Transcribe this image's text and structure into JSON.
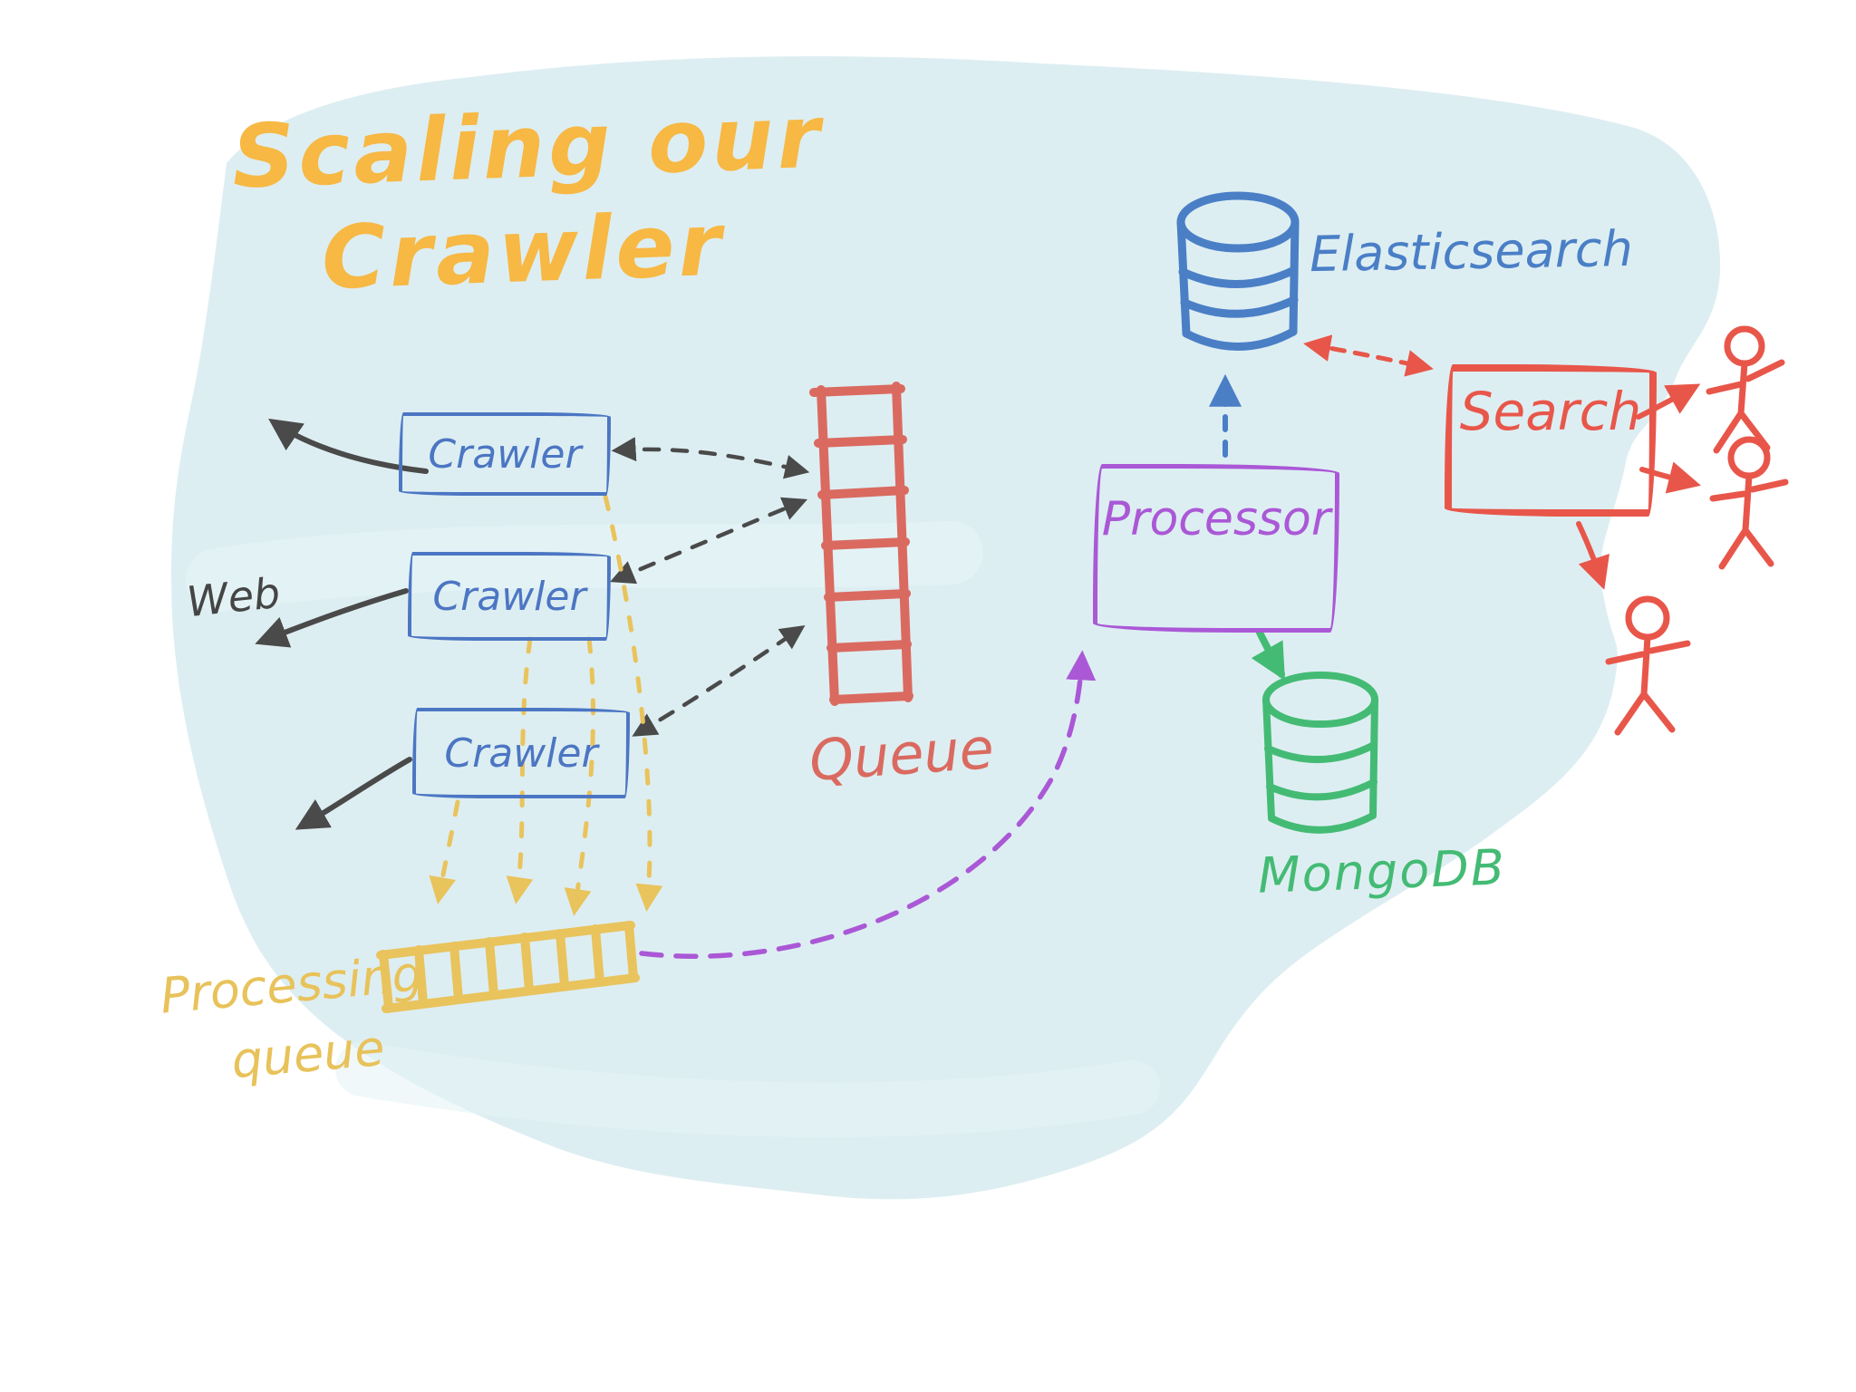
{
  "title": {
    "line1": "Scaling our",
    "line2": "Crawler"
  },
  "nodes": {
    "crawler1": "Crawler",
    "crawler2": "Crawler",
    "crawler3": "Crawler",
    "web": "Web",
    "queue": {
      "label": "Queue",
      "slots": 6
    },
    "processing_queue": {
      "label_line1": "Processing",
      "label_line2": "queue",
      "slots": 7
    },
    "processor": "Processor",
    "elasticsearch": "Elasticsearch",
    "mongodb": "MongoDB",
    "search": "Search",
    "users_count": 3
  },
  "edges": [
    {
      "from": "crawler-1",
      "to": "web",
      "style": "solid",
      "color": "black",
      "arrows": "end"
    },
    {
      "from": "crawler-2",
      "to": "web",
      "style": "solid",
      "color": "black",
      "arrows": "end"
    },
    {
      "from": "crawler-3",
      "to": "web",
      "style": "solid",
      "color": "black",
      "arrows": "end"
    },
    {
      "from": "crawler-1",
      "to": "queue",
      "style": "dashed",
      "color": "black",
      "arrows": "both"
    },
    {
      "from": "crawler-2",
      "to": "queue",
      "style": "dashed",
      "color": "black",
      "arrows": "both"
    },
    {
      "from": "crawler-3",
      "to": "queue",
      "style": "dashed",
      "color": "black",
      "arrows": "both"
    },
    {
      "from": "crawler-1",
      "to": "processing-queue",
      "style": "dashed",
      "color": "yellow",
      "arrows": "end"
    },
    {
      "from": "crawler-2",
      "to": "processing-queue",
      "style": "dashed",
      "color": "yellow",
      "arrows": "end"
    },
    {
      "from": "crawler-3",
      "to": "processing-queue",
      "style": "dashed",
      "color": "yellow",
      "arrows": "end"
    },
    {
      "from": "processing-queue",
      "to": "processor",
      "style": "dashed",
      "color": "purple",
      "arrows": "end"
    },
    {
      "from": "processor",
      "to": "elasticsearch",
      "style": "dashed",
      "color": "blue",
      "arrows": "end"
    },
    {
      "from": "processor",
      "to": "mongodb",
      "style": "solid",
      "color": "green",
      "arrows": "end"
    },
    {
      "from": "search",
      "to": "elasticsearch",
      "style": "dashed",
      "color": "red",
      "arrows": "both"
    },
    {
      "from": "search",
      "to": "user-1",
      "style": "solid",
      "color": "red",
      "arrows": "end"
    },
    {
      "from": "search",
      "to": "user-2",
      "style": "solid",
      "color": "red",
      "arrows": "end"
    },
    {
      "from": "search",
      "to": "user-3",
      "style": "solid",
      "color": "red",
      "arrows": "end"
    }
  ],
  "colors": {
    "background_wash": "#ddeef2",
    "title_orange": "#f7b844",
    "crawler_blue": "#4c76c3",
    "queue_red": "#da6a60",
    "processing_queue_yellow": "#e9c35c",
    "processor_purple": "#aa58d6",
    "elasticsearch_blue": "#4a7fc6",
    "mongodb_green": "#44bb74",
    "search_red": "#e8564a",
    "arrow_black": "#4a4a4a"
  }
}
